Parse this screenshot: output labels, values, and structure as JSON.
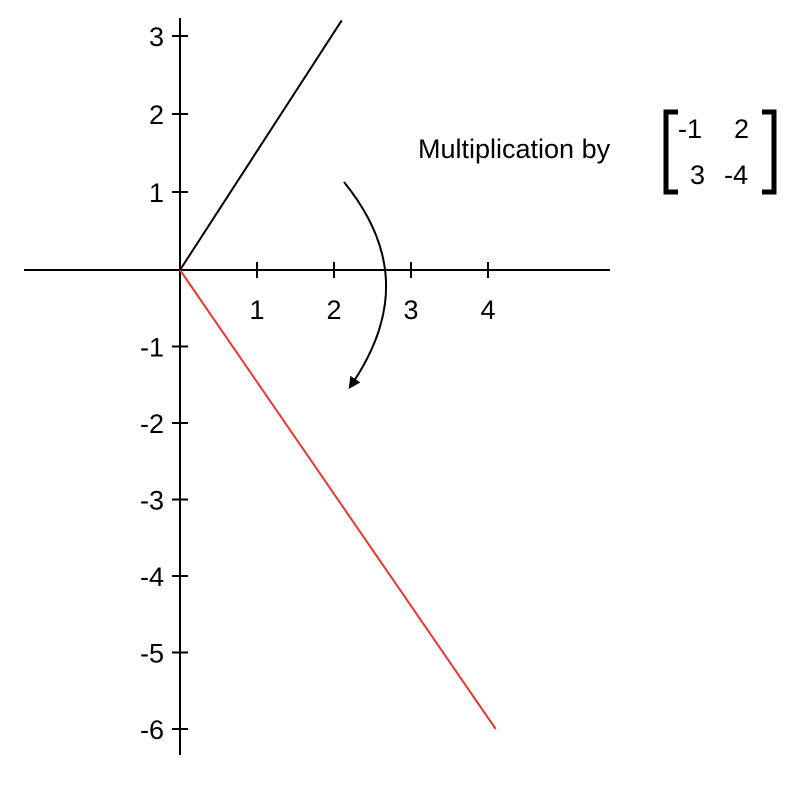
{
  "chart_data": {
    "type": "line",
    "x_ticks": [
      "1",
      "2",
      "3",
      "4"
    ],
    "y_ticks": [
      "3",
      "2",
      "1",
      "-1",
      "-2",
      "-3",
      "-4",
      "-5",
      "-6"
    ],
    "xlim": [
      -2,
      5.5
    ],
    "ylim": [
      -6.3,
      3.3
    ],
    "series": [
      {
        "color": "#000000",
        "x": [
          0,
          2.1
        ],
        "y": [
          0,
          3.2
        ]
      },
      {
        "color": "#e53935",
        "x": [
          0,
          4.1
        ],
        "y": [
          0,
          -6.0
        ]
      }
    ],
    "grid": false
  },
  "annotation": {
    "caption": "Multiplication by",
    "matrix": {
      "row1": [
        "-1",
        "2"
      ],
      "row2": [
        "3",
        "-4"
      ]
    }
  },
  "colors": {
    "original_line": "#000000",
    "transformed_line": "#e53935",
    "axes": "#000000"
  }
}
